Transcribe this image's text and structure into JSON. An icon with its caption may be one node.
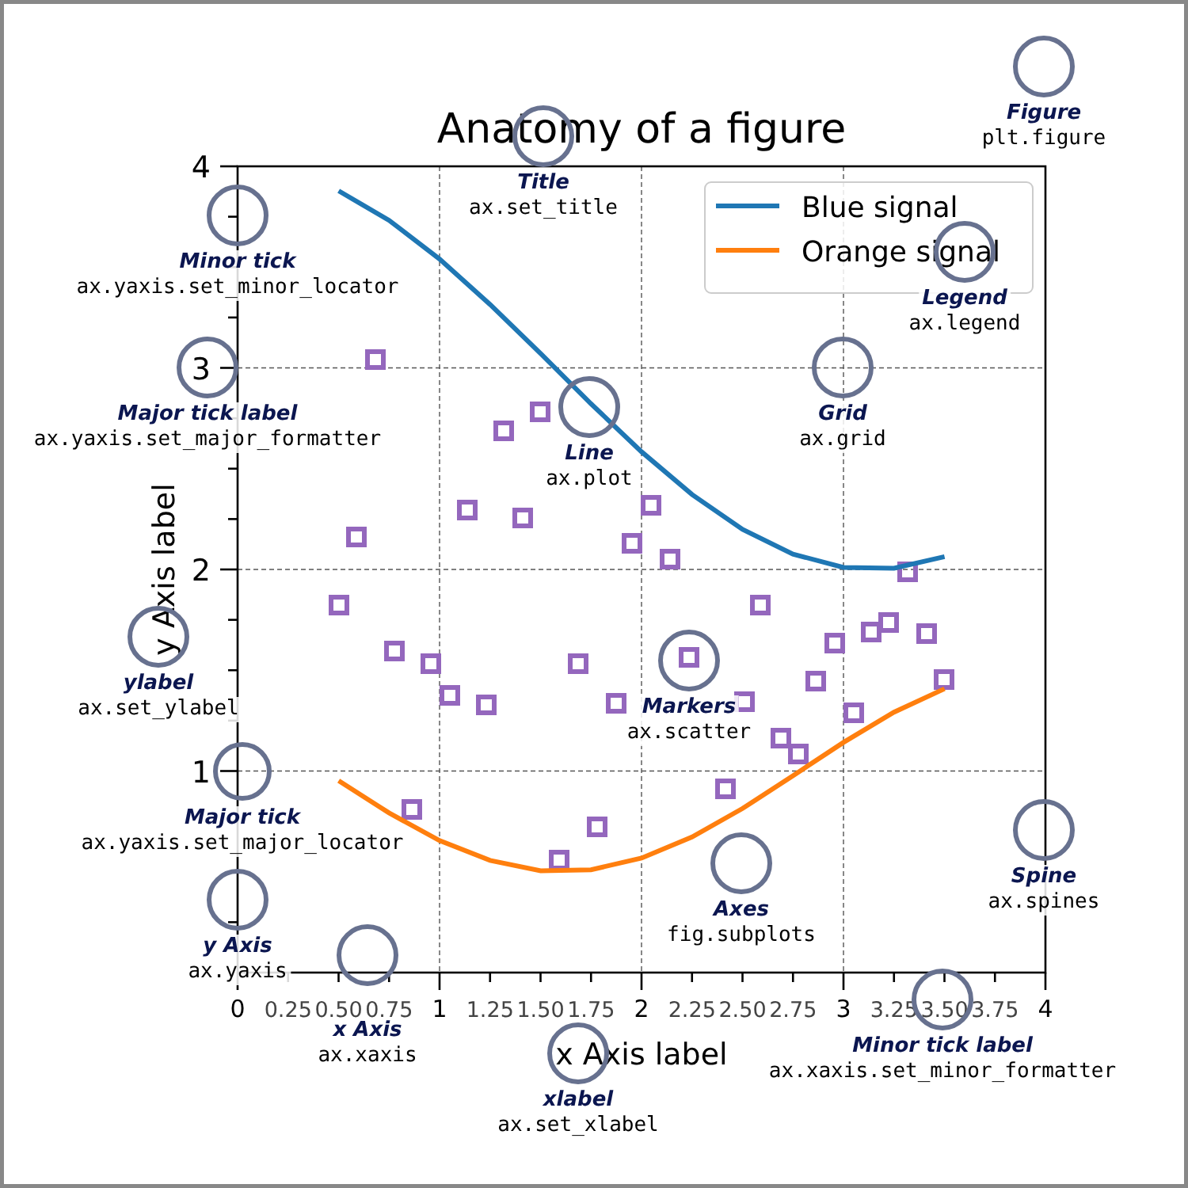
{
  "diagram": {
    "nodes": [
      {
        "text": [],
        "shape": "circle",
        "beside": [
          "Figure",
          "plt.figure"
        ]
      },
      {
        "text": [],
        "shape": "circle",
        "beside": [
          "Title",
          "ax.set_title"
        ]
      },
      {
        "text": [],
        "shape": "circle",
        "beside": [
          "Minor tick",
          "ax.yaxis.set_minor_locator"
        ]
      },
      {
        "text": [],
        "shape": "circle",
        "beside": [
          "Legend",
          "ax.legend"
        ]
      },
      {
        "text": [],
        "shape": "circle",
        "beside": [
          "Major tick label",
          "ax.yaxis.set_major_formatter"
        ]
      },
      {
        "text": [],
        "shape": "circle",
        "beside": [
          "Grid",
          "ax.grid"
        ]
      },
      {
        "text": [],
        "shape": "circle",
        "beside": [
          "Line",
          "ax.plot"
        ]
      },
      {
        "text": [],
        "shape": "circle",
        "beside": [
          "ylabel",
          "ax.set_ylabel"
        ]
      },
      {
        "text": [],
        "shape": "circle",
        "beside": [
          "Markers",
          "ax.scatter"
        ]
      },
      {
        "text": [],
        "shape": "circle",
        "beside": [
          "Major tick",
          "ax.yaxis.set_major_locator"
        ]
      },
      {
        "text": [],
        "shape": "circle",
        "beside": [
          "Spine",
          "ax.spines"
        ]
      },
      {
        "text": [],
        "shape": "circle",
        "beside": [
          "Axes",
          "fig.subplots"
        ]
      },
      {
        "text": [],
        "shape": "circle",
        "beside": [
          "y Axis",
          "ax.yaxis"
        ]
      },
      {
        "text": [],
        "shape": "circle",
        "beside": [
          "x Axis",
          "ax.xaxis"
        ]
      },
      {
        "text": [],
        "shape": "circle",
        "beside": [
          "Minor tick label",
          "ax.xaxis.set_minor_formatter"
        ]
      },
      {
        "text": [],
        "shape": "circle",
        "beside": [
          "xlabel",
          "ax.set_xlabel"
        ]
      }
    ],
    "edges": [],
    "chart_data": {
      "type": "line",
      "title": "Anatomy of a figure",
      "xlabel": "x Axis label",
      "ylabel": "y Axis label",
      "x": [
        0.5,
        0.75,
        1.0,
        1.25,
        1.5,
        1.75,
        2.0,
        2.25,
        2.5,
        2.75,
        3.0,
        3.25,
        3.5
      ],
      "series": [
        {
          "name": "Blue signal",
          "color": "#1f77b4",
          "values": [
            3.878,
            3.732,
            3.54,
            3.315,
            3.071,
            2.822,
            2.584,
            2.372,
            2.199,
            2.076,
            2.01,
            2.006,
            2.064
          ]
        },
        {
          "name": "Orange signal",
          "color": "#ff7f0e",
          "values": [
            0.952,
            0.792,
            0.655,
            0.556,
            0.505,
            0.51,
            0.568,
            0.673,
            0.814,
            0.977,
            1.142,
            1.292,
            1.408
          ]
        }
      ],
      "xlim": [
        0,
        4
      ],
      "ylim": [
        0,
        4
      ],
      "grid": true,
      "legend": "upper right",
      "xticks": [
        {
          "value": 0,
          "label": "0"
        },
        {
          "value": 0.25,
          "label": "0.25"
        },
        {
          "value": 0.5,
          "label": "0.50"
        },
        {
          "value": 0.75,
          "label": "0.75"
        },
        {
          "value": 1,
          "label": "1"
        },
        {
          "value": 1.25,
          "label": "1.25"
        },
        {
          "value": 1.5,
          "label": "1.50"
        },
        {
          "value": 1.75,
          "label": "1.75"
        },
        {
          "value": 2,
          "label": "2"
        },
        {
          "value": 2.25,
          "label": "2.25"
        },
        {
          "value": 2.5,
          "label": "2.50"
        },
        {
          "value": 2.75,
          "label": "2.75"
        },
        {
          "value": 3,
          "label": "3"
        },
        {
          "value": 3.25,
          "label": "3.25"
        },
        {
          "value": 3.5,
          "label": "3.50"
        },
        {
          "value": 3.75,
          "label": "3.75"
        },
        {
          "value": 4,
          "label": "4"
        }
      ],
      "yticks": [
        1,
        2,
        3,
        4
      ]
    }
  }
}
